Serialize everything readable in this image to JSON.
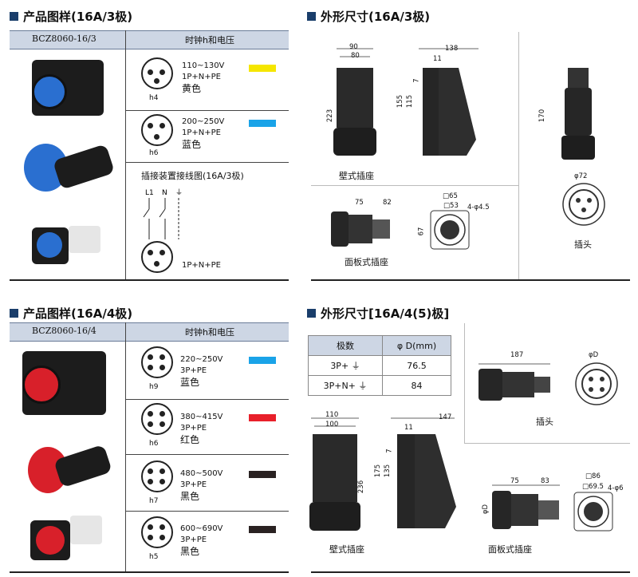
{
  "s1": {
    "title": "产品图样(16A/3极)",
    "model": "BCZ8060-16/3",
    "header_right": "时钟h和电压",
    "rows": [
      {
        "code": "h4",
        "voltage": "110~130V",
        "wiring": "1P+N+PE",
        "color_name": "黄色",
        "color": "#f5e600"
      },
      {
        "code": "h6",
        "voltage": "200~250V",
        "wiring": "1P+N+PE",
        "color_name": "蓝色",
        "color": "#1aa3e8"
      }
    ],
    "wiring_title": "插接装置接线图(16A/3极)",
    "wiring_terms": [
      "L1",
      "N",
      "⏚"
    ],
    "wiring_label": "1P+N+PE"
  },
  "s2": {
    "title": "外形尺寸(16A/3极)",
    "wall_label": "壁式插座",
    "panel_label": "面板式插座",
    "plug_label": "插头",
    "dims": {
      "w90": "90",
      "w80": "80",
      "w138": "138",
      "w11": "11",
      "w7": "7",
      "h223": "223",
      "h155": "155",
      "h115": "115",
      "w75": "75",
      "w82": "82",
      "h67": "67",
      "sq65": "□65",
      "sq53": "□53",
      "hole": "4-φ4.5",
      "h170": "170",
      "phi72": "φ72"
    }
  },
  "s3": {
    "title": "产品图样(16A/4极)",
    "model": "BCZ8060-16/4",
    "header_right": "时钟h和电压",
    "rows": [
      {
        "code": "h9",
        "voltage": "220~250V",
        "wiring": "3P+PE",
        "color_name": "蓝色",
        "color": "#1aa3e8"
      },
      {
        "code": "h6",
        "voltage": "380~415V",
        "wiring": "3P+PE",
        "color_name": "红色",
        "color": "#e8202a"
      },
      {
        "code": "h7",
        "voltage": "480~500V",
        "wiring": "3P+PE",
        "color_name": "黑色",
        "color": "#2a2222"
      },
      {
        "code": "h5",
        "voltage": "600~690V",
        "wiring": "3P+PE",
        "color_name": "黑色",
        "color": "#2a2222"
      }
    ]
  },
  "s4": {
    "title": "外形尺寸[16A/4(5)极]",
    "table": {
      "head": [
        "极数",
        "φ D(mm)"
      ],
      "rows": [
        [
          "3P+ ⏚",
          "76.5"
        ],
        [
          "3P+N+ ⏚",
          "84"
        ]
      ]
    },
    "plug_label": "插头",
    "wall_label": "壁式插座",
    "panel_label": "面板式插座",
    "dims": {
      "w110": "110",
      "w100": "100",
      "w147": "147",
      "w11": "11",
      "w7": "7",
      "h236": "236",
      "h175": "175",
      "h135": "135",
      "w187": "187",
      "phiD": "φD",
      "w75": "75",
      "w83": "83",
      "sq86": "□86",
      "sq69": "□69.5",
      "hole": "4-φ6",
      "phiD2": "φD"
    }
  }
}
